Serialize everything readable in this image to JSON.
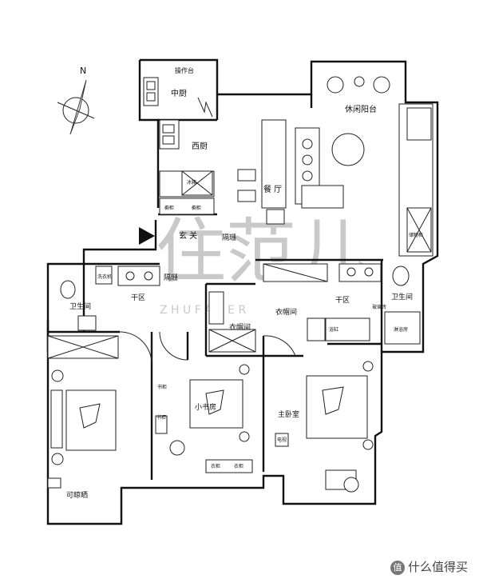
{
  "compass": {
    "letter": "N"
  },
  "rooms": {
    "operating_counter": "操作台",
    "chinese_kitchen": "中厨",
    "western_kitchen": "西厨",
    "leisure_balcony": "休闲阳台",
    "dining_room": "餐 厅",
    "foyer": "玄 关",
    "partition_1": "隔珊",
    "partition_2": "隔珊",
    "dry_area_left": "干区",
    "bathroom_left": "卫生间",
    "cloakroom_small": "衣帽间",
    "cloakroom_large": "衣帽间",
    "dry_area_right": "干区",
    "bathroom_right": "卫生间",
    "small_study": "小书房",
    "master_bedroom": "主卧室",
    "wash_machine": "洗衣机",
    "bookcase": "书柜",
    "bookcase_2": "书柜",
    "balcony_bottom": "可晾晒",
    "fridge": "冰箱",
    "cabinet_a": "橱柜",
    "cabinet_b": "橱柜",
    "cabinet_c": "衣柜",
    "cabinet_d": "衣柜",
    "shoe_cabinet": "储物柜",
    "shower": "淋浴房",
    "glass": "玻璃砖",
    "bathtub": "浴缸",
    "tv": "电视"
  },
  "watermark": {
    "main": "住范儿",
    "sub": "Z H U F A N E R"
  },
  "credit": {
    "badge": "值",
    "text": "什么值得买"
  }
}
